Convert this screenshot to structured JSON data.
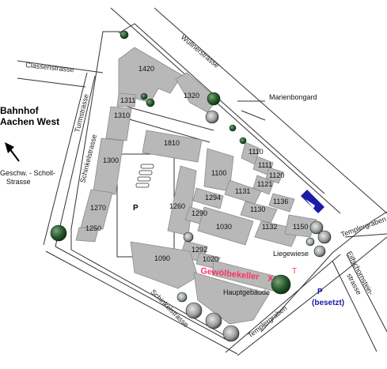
{
  "streets": {
    "classenstrasse": "Classenstrasse",
    "turmstrasse": "Turmstrasse",
    "schinkelstrasse_left": "Schinkelstrasse",
    "wuellnerstrasse": "Wüllnerstrasse",
    "schinkelstrasse_bottom": "Schinkelstrasse",
    "templergraben_bottom": "Templergraben",
    "templergraben_right": "Templergraben",
    "eilfschornstein_1": "Eilfschornstein-",
    "eilfschornstein_2": "strasse"
  },
  "places": {
    "station_line1": "Bahnhof",
    "station_line2": "Aachen West",
    "scholl_line1": "Geschw. - Scholl-",
    "scholl_line2": "Strasse",
    "marienbongard": "Marienbongard",
    "liegewiese": "Liegewiese",
    "hauptgebaeude": "Hauptgebäude",
    "gewoelbekeller": "Gewölbekeller",
    "marker_x": "X",
    "marker_t": "T",
    "parking_main": "P",
    "parking_right": "P",
    "parking_right_status": "(besetzt)"
  },
  "buildings": {
    "b1420": "1420",
    "b1320": "1320",
    "b1311": "1311",
    "b1310": "1310",
    "b1810": "1810",
    "b1300": "1300",
    "b1270": "1270",
    "b1250": "1250",
    "b1260": "1260",
    "b1100": "1100",
    "b1110": "1110",
    "b1111": "1111",
    "b1120": "1120",
    "b1121": "1121",
    "b1131": "1131",
    "b1136": "1136",
    "b1130": "1130",
    "b1132": "1132",
    "b1150": "1150",
    "b1294": "1294",
    "b1290": "1290",
    "b1030": "1030",
    "b1292": "1292",
    "b1020": "1020",
    "b1090": "1090"
  },
  "colors": {
    "building_fill": "#b8b8b8",
    "building_stroke": "#8a8a8a",
    "highlight_red": "#ff3366",
    "parking_blue": "#1a1aa6",
    "tree_dark": "#0b3d12",
    "tree_light": "#5e8a5e"
  }
}
